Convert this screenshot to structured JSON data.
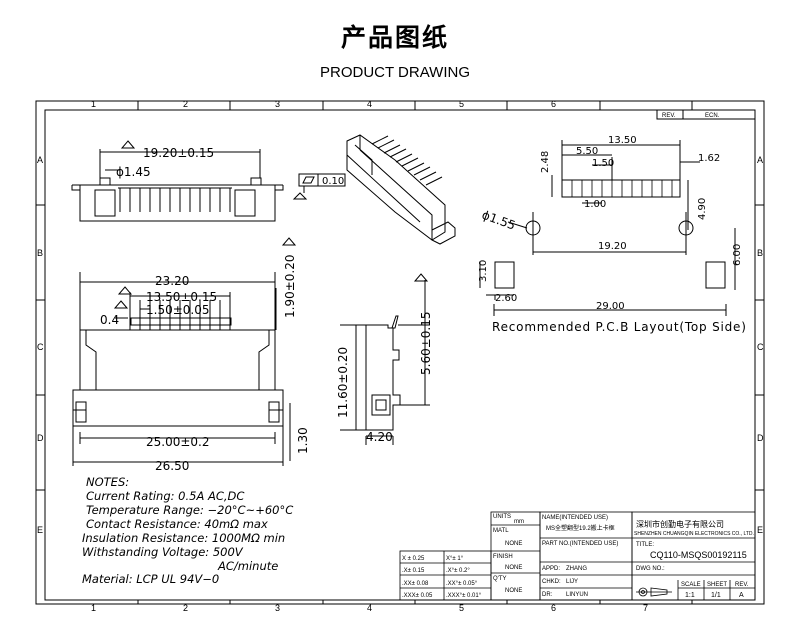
{
  "header": {
    "title_cn": "产品图纸",
    "title_en": "PRODUCT DRAWING"
  },
  "border": {
    "cols": [
      "1",
      "2",
      "3",
      "4",
      "5",
      "6",
      "7"
    ],
    "rows": [
      "A",
      "B",
      "C",
      "D",
      "E"
    ],
    "rev_label": "REV.",
    "ecn_label": "ECN."
  },
  "dims": {
    "d1920": "19.20±0.15",
    "d145": "ϕ1.45",
    "flat": "0.10",
    "d2320": "23.20",
    "d1350": "13.50±0.15",
    "d150": "1.50±0.05",
    "d04": "0.4",
    "d190": "1.90±0.20",
    "d2500": "25.00±0.2",
    "d2650": "26.50",
    "d130": "1.30",
    "d560": "5.60±0.15",
    "d1160": "11.60±0.20",
    "d420": "4.20"
  },
  "pcb": {
    "p1350": "13.50",
    "p550": "5.50",
    "p150": "1.50",
    "p248": "2.48",
    "p162": "1.62",
    "p100": "1.00",
    "p490": "4.90",
    "p155": "ϕ1.55",
    "p1920": "19.20",
    "p600": "6.00",
    "p310": "3.10",
    "p260": "2.60",
    "p2900": "29.00",
    "caption": "Recommended P.C.B Layout(Top Side)"
  },
  "notes": {
    "title": "NOTES:",
    "l1": "Current Rating: 0.5A AC,DC",
    "l2": "Temperature Range: −20°C~+60°C",
    "l3": "Contact Resistance: 40mΩ max",
    "l4": "Insulation Resistance: 1000MΩ min",
    "l5": "Withstanding Voltage: 500V",
    "l6": "AC/minute",
    "l7": "Material: LCP UL 94V−0"
  },
  "title_block": {
    "tol1": "X  ±  0.25",
    "tol1b": "X°± 1°",
    "tol2": ".X±  0.15",
    "tol2b": ".X°± 0.2°",
    "tol3": ".XX± 0.08",
    "tol3b": ".XX°± 0.05°",
    "tol4": ".XXX± 0.05",
    "tol4b": ".XXX°± 0.01°",
    "units": "UNITS",
    "mm": "mm",
    "matl": "MATL",
    "none1": "NONE",
    "finish": "FINISH",
    "none2": "NONE",
    "qty": "Q'TY",
    "none3": "NONE",
    "name_label": "NAME(INTENDED USE)",
    "name_value": "MS全塑翻型19.2搬上卡框",
    "partno_label": "PART NO.(INTENDED USE)",
    "appd": "APPD:",
    "appd_v": "ZHANG",
    "chkd": "CHKD:",
    "chkd_v": "LIJY",
    "dr": "DR:",
    "dr_v": "LINYUN",
    "company_cn": "深圳市创勤电子有限公司",
    "company_en": "SHENZHEN CHUANGQIN ELECTRONICS CO., LTD.",
    "title_label": "TITLE:",
    "title_value": "CQ110-MSQS00192115",
    "dwg": "DWG NO.:",
    "scale": "SCALE",
    "sheet": "SHEET",
    "rev": "REV.",
    "scale_v": "1:1",
    "sheet_v": "1/1",
    "rev_v": "A"
  }
}
